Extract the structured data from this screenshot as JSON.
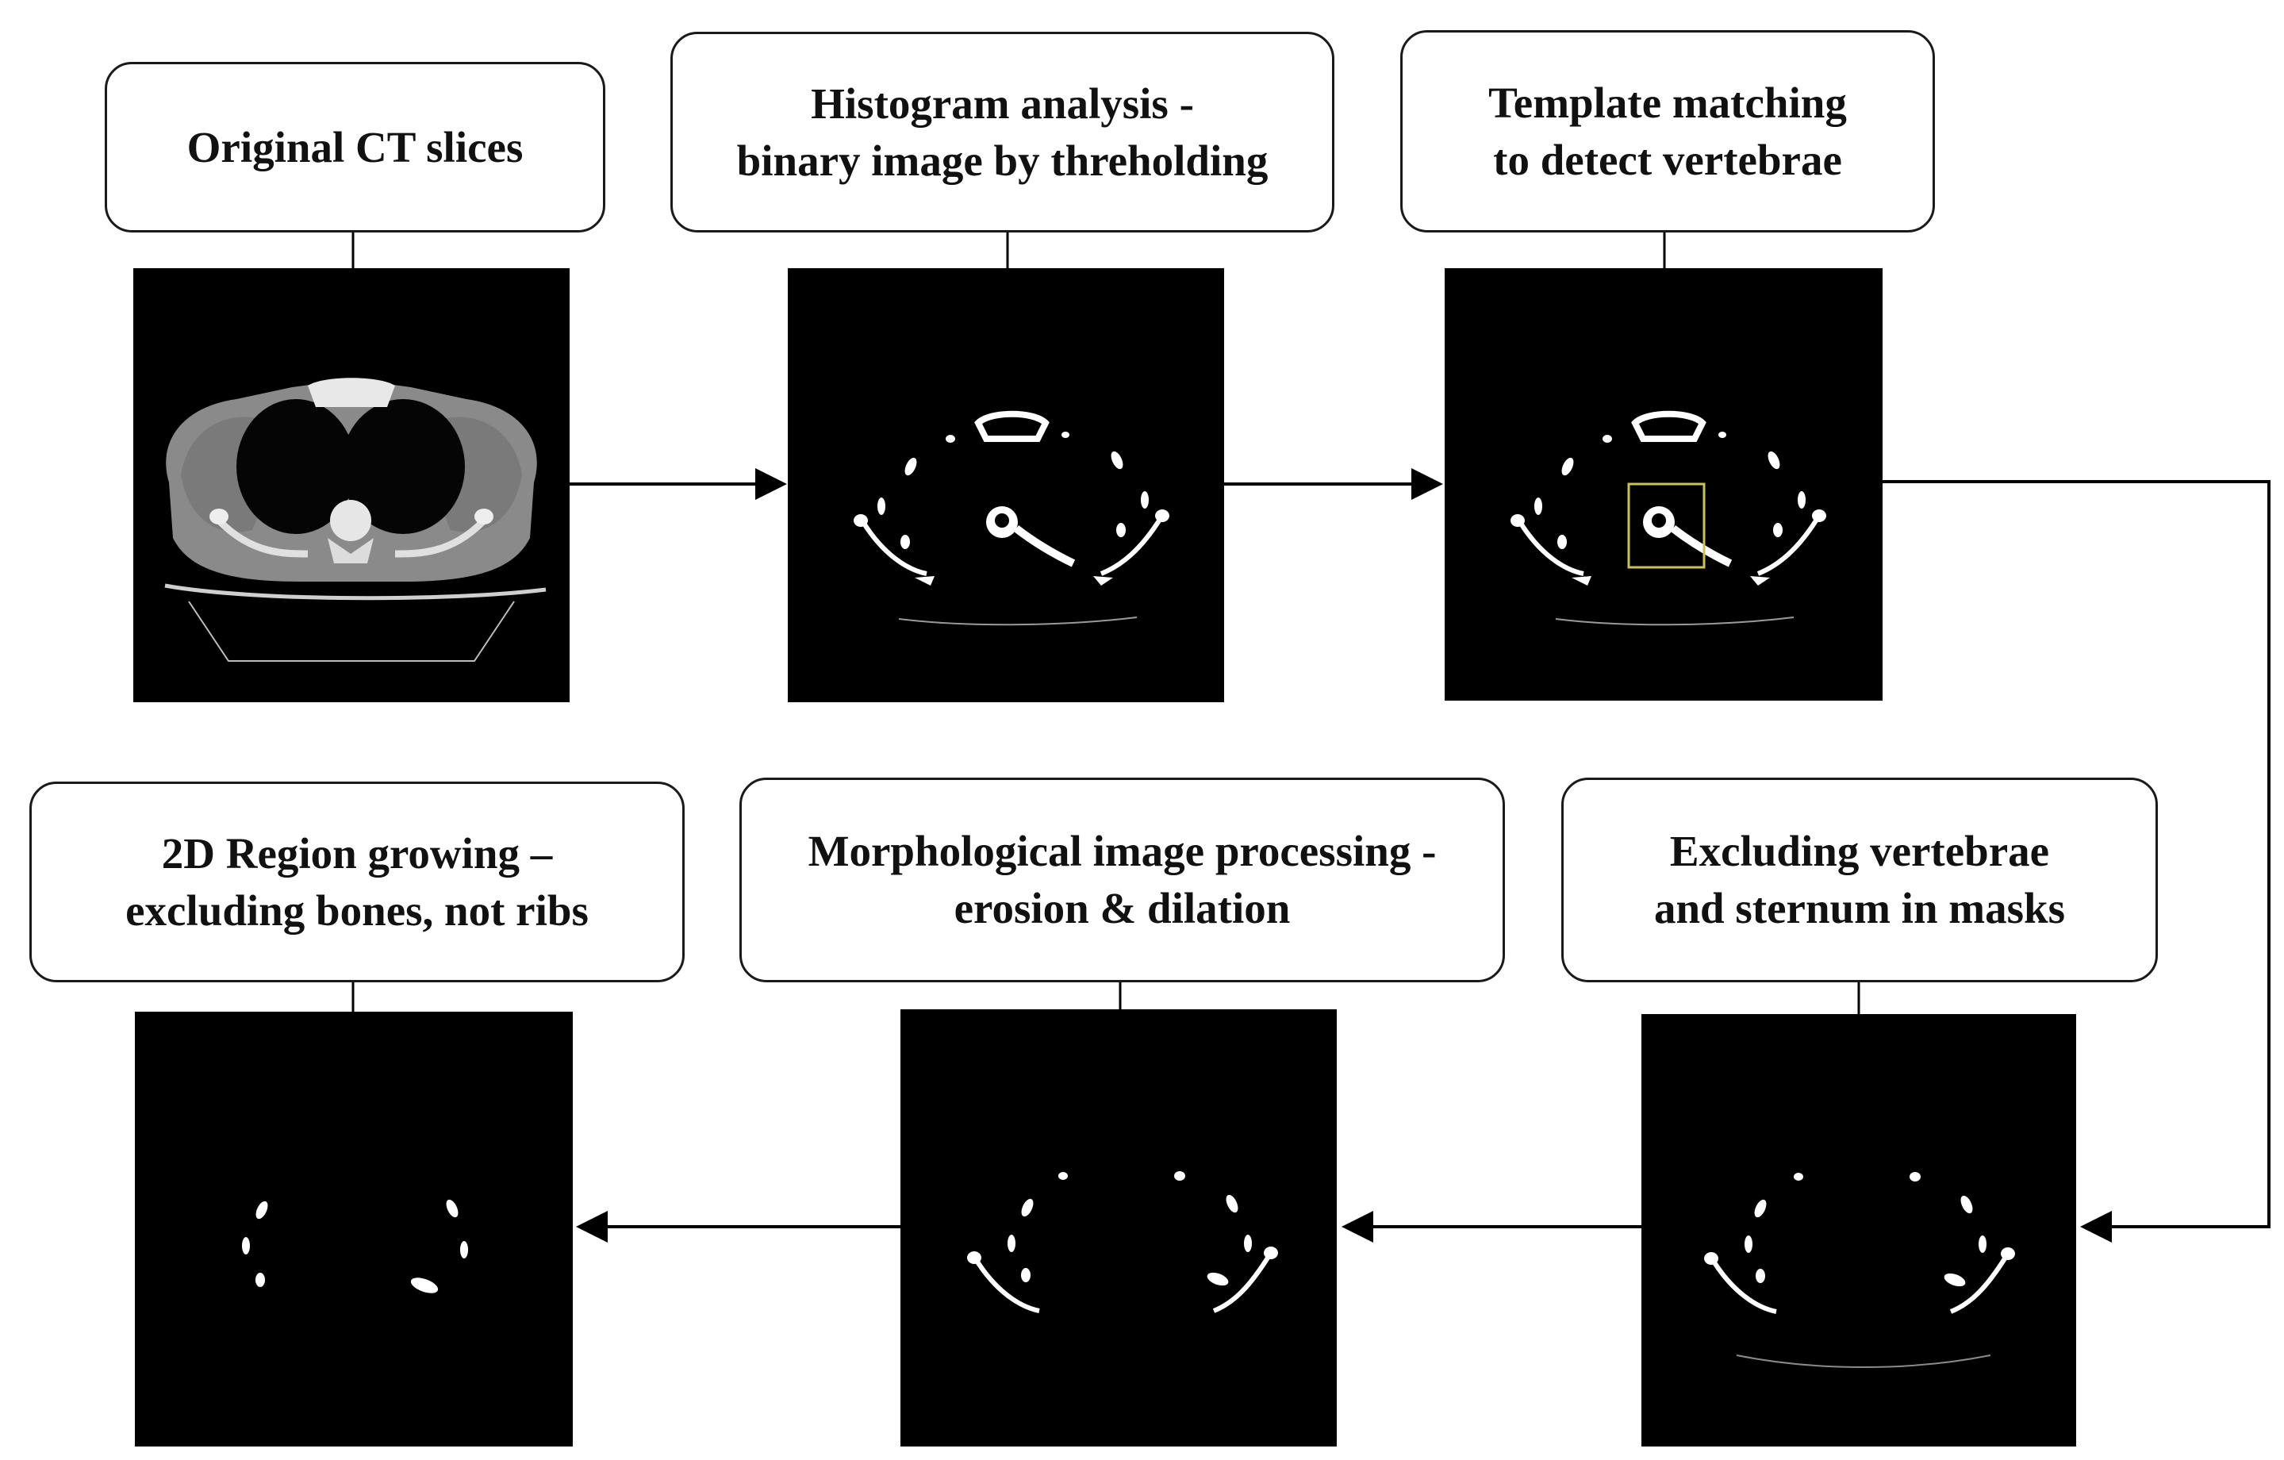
{
  "steps": [
    {
      "line1": "Original CT slices",
      "line2": ""
    },
    {
      "line1": "Histogram analysis -",
      "line2": "binary image by threholding"
    },
    {
      "line1": "Template matching",
      "line2": "to detect vertebrae"
    },
    {
      "line1": "Excluding vertebrae",
      "line2": "and sternum in masks"
    },
    {
      "line1": "Morphological image processing -",
      "line2": "erosion & dilation"
    },
    {
      "line1": "2D Region growing –",
      "line2": "excluding bones, not ribs"
    }
  ],
  "colors": {
    "arrow": "#000000",
    "box_border": "#1a1a1a",
    "panel_bg": "#000000",
    "detection_box": "#c8c25a"
  }
}
